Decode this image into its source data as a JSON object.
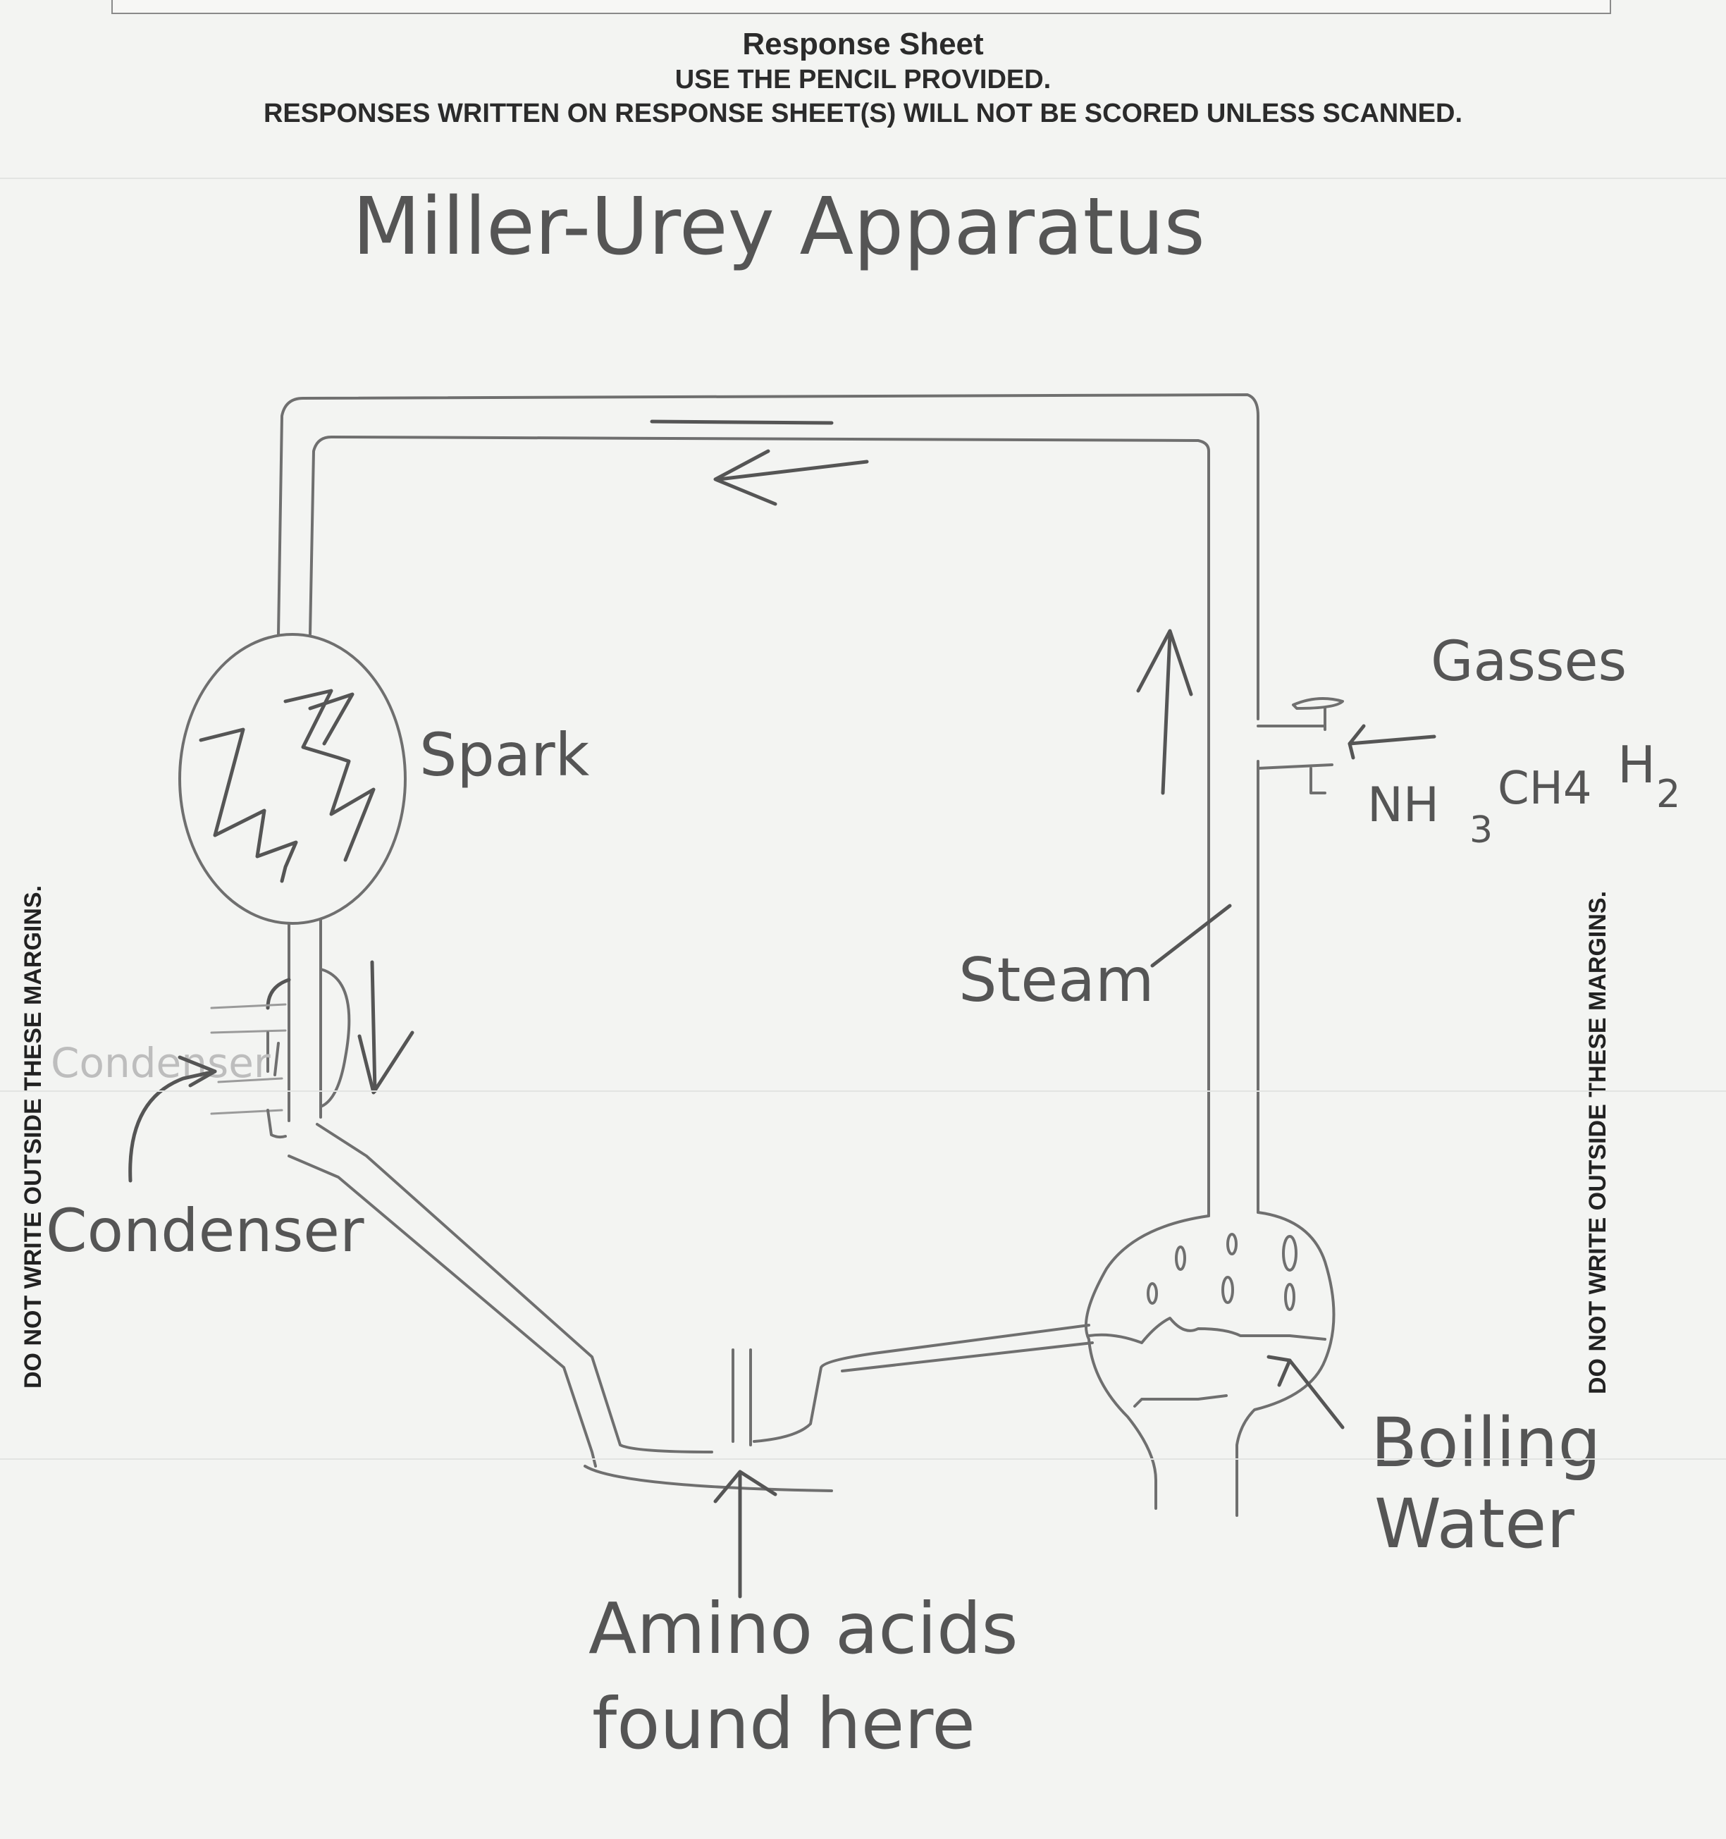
{
  "header": {
    "title": "Response Sheet",
    "instruction_1": "USE THE PENCIL PROVIDED.",
    "instruction_2": "RESPONSES WRITTEN ON RESPONSE SHEET(S) WILL NOT BE SCORED UNLESS SCANNED."
  },
  "margins": {
    "left_note": "DO NOT WRITE OUTSIDE THESE MARGINS.",
    "right_note": "DO NOT WRITE OUTSIDE THESE MARGINS."
  },
  "diagram": {
    "title": "Miller-Urey Apparatus",
    "labels": {
      "spark": "Spark",
      "gasses": "Gasses",
      "gas_nh3": "NH",
      "gas_nh3_sub": "3",
      "gas_ch4": "CH4",
      "gas_h2": "H",
      "gas_h2_sub": "2",
      "steam": "Steam",
      "condenser": "Condenser",
      "condenser_faint": "Condenser",
      "boiling_water_1": "Boiling",
      "boiling_water_2": "Water",
      "amino_1": "Amino acids",
      "amino_2": "found here"
    },
    "flow_arrows": [
      "left-arrow-top",
      "up-arrow-right",
      "down-arrow-left"
    ]
  }
}
